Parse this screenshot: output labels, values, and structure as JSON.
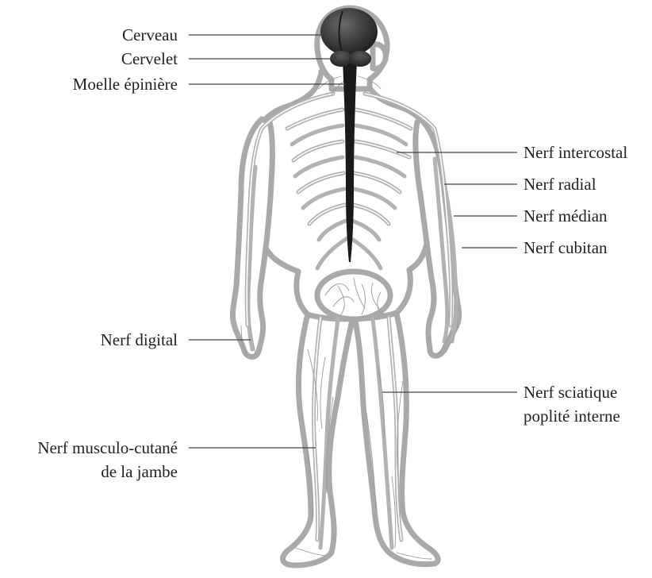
{
  "labels": {
    "cerveau": "Cerveau",
    "cervelet": "Cervelet",
    "moelle": "Moelle épinière",
    "intercostal": "Nerf intercostal",
    "radial": "Nerf radial",
    "median": "Nerf médian",
    "cubitan": "Nerf cubitan",
    "digital": "Nerf digital",
    "sciatique_1": "Nerf sciatique",
    "sciatique_2": "poplité interne",
    "musculo_1": "Nerf musculo-cutané",
    "musculo_2": "de la jambe"
  },
  "colors": {
    "outline": "#a9a9a9",
    "brain": "#3a3a3a",
    "cord": "#1a1a1a",
    "text": "#222222"
  }
}
